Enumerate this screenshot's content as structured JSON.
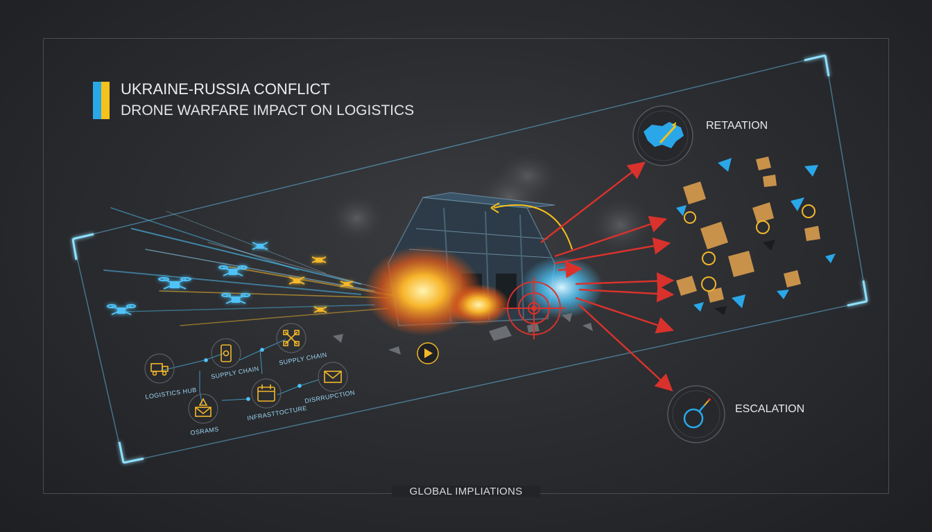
{
  "header": {
    "title": "UKRAINE-RUSSIA CONFLICT",
    "subtitle": "DRONE WARFARE IMPACT ON LOGISTICS",
    "flag_colors": [
      "#2aa7e8",
      "#f5c21b"
    ]
  },
  "supply_nodes": [
    {
      "label": "LOGISTICS HUB",
      "icon": "truck-icon"
    },
    {
      "label": "SUPPLY CHAIN",
      "icon": "smartphone-icon"
    },
    {
      "label": "SUPPLY CHAIN",
      "icon": "network-icon"
    },
    {
      "label": "OSRAMS",
      "icon": "warning-envelope-icon"
    },
    {
      "label": "INFRASTTOCTURE",
      "icon": "calendar-icon"
    },
    {
      "label": "DISRRUPCTION",
      "icon": "mail-icon"
    }
  ],
  "outcomes": {
    "retaliation": {
      "label": "RETAATION",
      "icon": "ukraine-map-icon"
    },
    "escalation": {
      "label": "ESCALATION",
      "icon": "bomb-icon"
    }
  },
  "footer": {
    "label": "GLOBAL IMPLIATIONS"
  },
  "colors": {
    "accent_blue": "#4fc3f7",
    "accent_yellow": "#f5b829",
    "arrow_red": "#d9322c",
    "frame_glow": "#6fd0ff"
  }
}
